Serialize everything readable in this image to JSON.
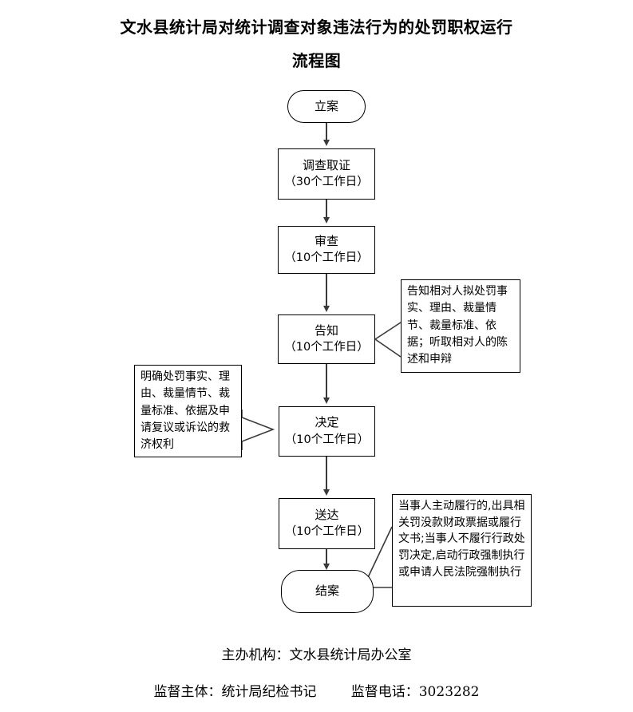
{
  "title": {
    "line1": "文水县统计局对统计调查对象违法行为的处罚职权运行",
    "line2": "流程图"
  },
  "flow": {
    "nodes": [
      {
        "id": "start",
        "label": "立案",
        "sub": "",
        "shape": "rounded"
      },
      {
        "id": "investigate",
        "label": "调查取证",
        "sub": "（30个工作日）",
        "shape": "rect"
      },
      {
        "id": "review",
        "label": "审查",
        "sub": "（10个工作日）",
        "shape": "rect"
      },
      {
        "id": "notify",
        "label": "告知",
        "sub": "（10个工作日）",
        "shape": "rect"
      },
      {
        "id": "decide",
        "label": "决定",
        "sub": "（10个工作日）",
        "shape": "rect"
      },
      {
        "id": "deliver",
        "label": "送达",
        "sub": "（10个工作日）",
        "shape": "rect"
      },
      {
        "id": "close",
        "label": "结案",
        "sub": "",
        "shape": "rounded"
      }
    ],
    "notes": [
      {
        "id": "note-notify",
        "attached_to": "notify",
        "side": "right",
        "text": "告知相对人拟处罚事实、理由、裁量情节、裁量标准、依据；听取相对人的陈述和申辩"
      },
      {
        "id": "note-decide",
        "attached_to": "decide",
        "side": "left",
        "text": "明确处罚事实、理由、裁量情节、裁量标准、依据及申请复议或诉讼的救济权利"
      },
      {
        "id": "note-close",
        "attached_to": "close",
        "side": "right",
        "text": "当事人主动履行的,出具相关罚没款财政票据或履行文书;当事人不履行行政处罚决定,启动行政强制执行或申请人民法院强制执行"
      }
    ]
  },
  "footer": {
    "line1": "主办机构：文水县统计局办公室",
    "line2": "监督主体：统计局纪检书记        监督电话：3023282"
  },
  "colors": {
    "line": "#3a3a3a",
    "border": "#000000",
    "background": "#ffffff",
    "text": "#000000"
  }
}
